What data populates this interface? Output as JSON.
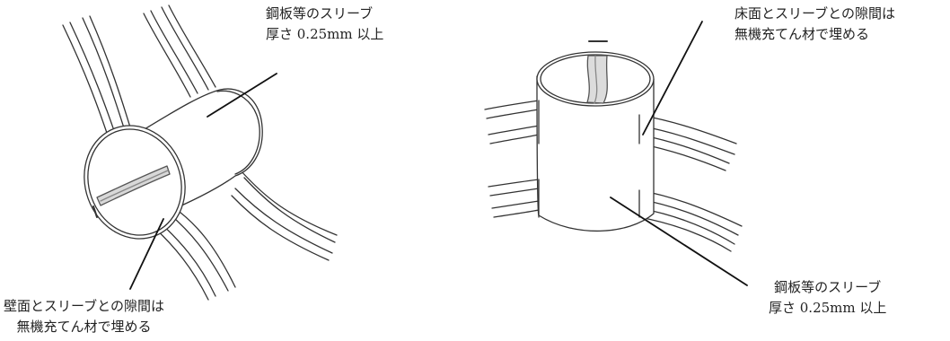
{
  "figures": {
    "left": {
      "sleeve_label": [
        "鋼板等のスリーブ",
        "厚さ 0.25mm 以上"
      ],
      "gap_label": [
        "壁面とスリーブとの隙間は",
        "無機充てん材で埋める"
      ]
    },
    "right": {
      "gap_label": [
        "床面とスリーブとの隙間は",
        "無機充てん材で埋める"
      ],
      "sleeve_label": [
        "鋼板等のスリーブ",
        "厚さ 0.25mm 以上"
      ]
    }
  }
}
